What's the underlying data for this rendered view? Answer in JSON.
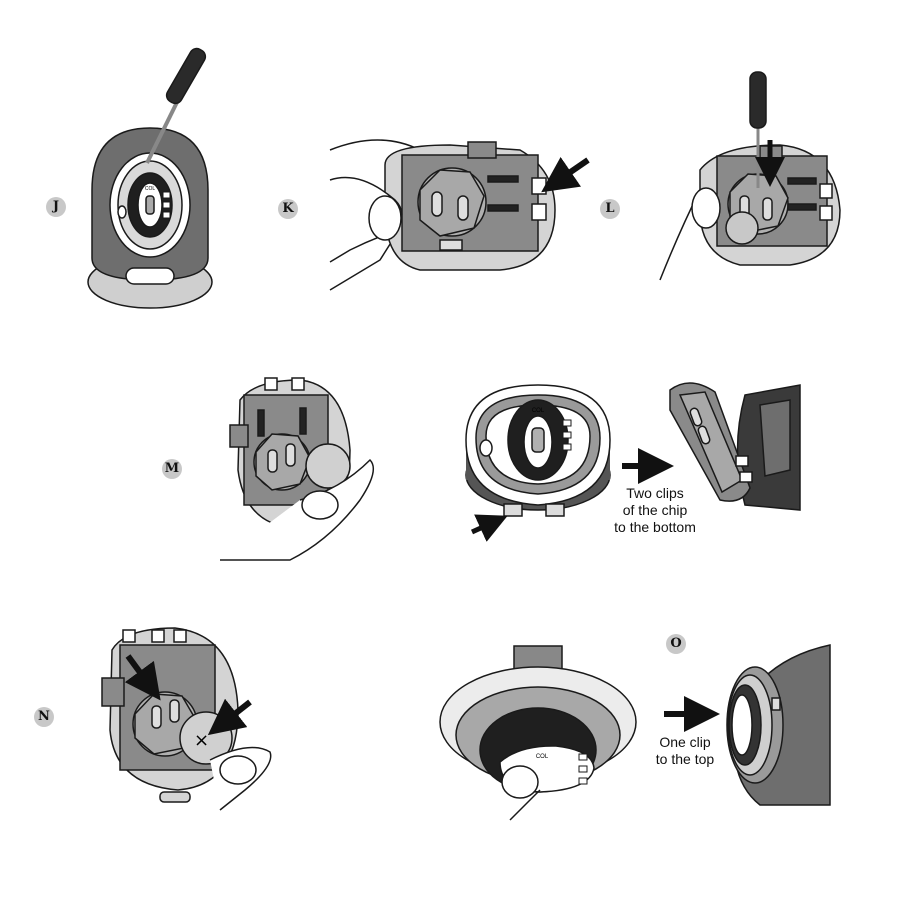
{
  "steps": {
    "j": "J",
    "k": "K",
    "l": "L",
    "m": "M",
    "n": "N",
    "o": "O"
  },
  "captions": {
    "bottom_clips": [
      "Two clips",
      "of the chip",
      "to the bottom"
    ],
    "top_clip": [
      "One clip",
      "to the top"
    ]
  },
  "device_text": "COL",
  "colors": {
    "housing_dark": "#6e6e6e",
    "housing_mid": "#9a9a9a",
    "housing_light": "#d4d4d4",
    "board": "#8a8a8a",
    "outline": "#1a1a1a",
    "badge": "#c8c8c8"
  }
}
